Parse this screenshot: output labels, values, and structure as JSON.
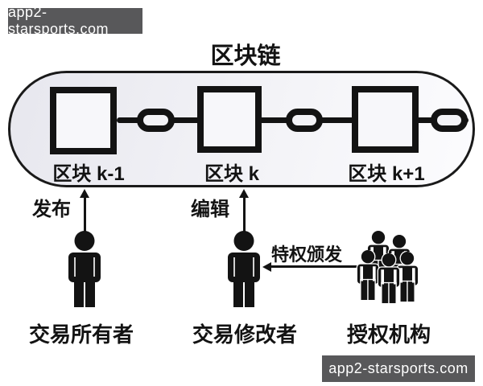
{
  "watermark": {
    "text": "app2-starsports.com"
  },
  "diagram": {
    "title": "区块链",
    "blocks": [
      {
        "label": "区块 k-1"
      },
      {
        "label": "区块 k"
      },
      {
        "label": "区块 k+1"
      }
    ],
    "actions": {
      "publish": "发布",
      "edit": "编辑",
      "privilege_grant": "特权颁发"
    },
    "actors": {
      "owner": "交易所有者",
      "modifier": "交易修改者",
      "authority": "授权机构"
    }
  },
  "colors": {
    "ink": "#131313",
    "capsule_fill_start": "#e7e7ee",
    "capsule_fill_end": "#fcfcfe",
    "watermark_bg": "#58585a",
    "watermark_text": "#ffffff",
    "page_bg": "#ffffff"
  }
}
